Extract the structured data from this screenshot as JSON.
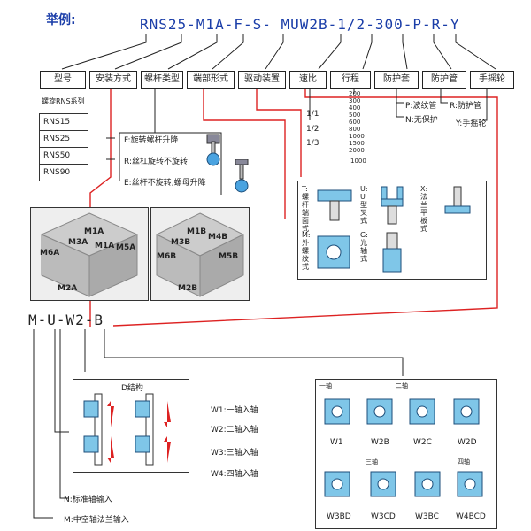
{
  "header": {
    "example_label": "举例:",
    "model_code": "RNS25-M1A-F-S- MUW2B-1/2-300-P-R-Y"
  },
  "code_boxes": [
    "型号",
    "安装方式",
    "螺杆类型",
    "端部形式",
    "驱动装置",
    "速比",
    "行程",
    "防护套",
    "防护管",
    "手摇轮"
  ],
  "series": {
    "note": "螺旋RNS系列",
    "items": [
      "RNS15",
      "RNS25",
      "RNS50",
      "RNS90"
    ]
  },
  "screw_types": {
    "F": "F:旋转螺杆升降",
    "R": "R:丝杠旋转不旋转",
    "E": "E:丝杆不旋转,螺母升降"
  },
  "ratios": [
    "1/1",
    "1/2",
    "1/3"
  ],
  "strokes": [
    "200",
    "300",
    "400",
    "500",
    "600",
    "800",
    "1000",
    "1500",
    "2000",
    "1000"
  ],
  "boot": {
    "P": "P:波纹管",
    "N": "N:无保护"
  },
  "tube": {
    "R": "R:防护管"
  },
  "handwheel": {
    "Y": "Y:手摇轮"
  },
  "end_forms": {
    "col1": "T:螺杆端面式",
    "col2": "U:U型叉式",
    "col3": "X:法兰平板式",
    "col1b": "M:外螺纹式",
    "col2b": "G:光轴式"
  },
  "mount_diagram": {
    "left_labels": [
      "M1A",
      "M1A",
      "M5A",
      "M6A",
      "M2A",
      "M3A"
    ],
    "right_labels": [
      "M1B",
      "M4B",
      "M5B",
      "M6B",
      "M2B",
      "M3B"
    ]
  },
  "mu_code": "M-U-W2-B",
  "structure_panel": {
    "title": "D结构",
    "inputs": [
      "W1:一轴入轴",
      "W2:二轴入轴",
      "W3:三轴入轴",
      "W4:四轴入轴"
    ]
  },
  "input_types": {
    "N": "N:标准轴输入",
    "M": "M:中空轴法兰输入"
  },
  "shaft_panel": {
    "group1": "一轴",
    "group2": "二轴",
    "group3": "三轴",
    "group4": "四轴",
    "row1": [
      "W1",
      "W2B",
      "W2C",
      "W2D"
    ],
    "row2": [
      "W3BD",
      "W3CD",
      "W3BC",
      "W4BCD"
    ]
  }
}
